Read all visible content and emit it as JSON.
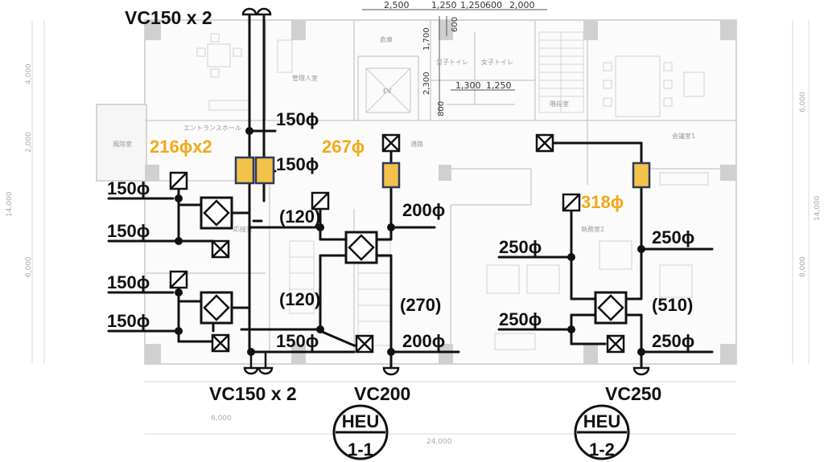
{
  "colors": {
    "duct": "#111111",
    "highlight": "#f2b21e",
    "plan_line": "#c8c8c8",
    "plan_fill": "#f2f2f2",
    "accent_text": "#f2a818"
  },
  "vertical_caps": {
    "top_left": "VC150 x 2",
    "bottom_left": "VC150 x 2",
    "vc200": "VC200",
    "vc250": "VC250"
  },
  "heu_units": [
    {
      "top": "HEU",
      "bottom": "1-1"
    },
    {
      "top": "HEU",
      "bottom": "1-2"
    }
  ],
  "shaft_sizes": {
    "left": "216ϕx2",
    "middle": "267ϕ",
    "right": "318ϕ"
  },
  "duct_labels": {
    "top_150a": "150ϕ",
    "top_150b": "150ϕ",
    "left_150a": "150ϕ",
    "left_150b": "150ϕ",
    "left_150c": "150ϕ",
    "left_150d": "150ϕ",
    "mid_120a": "(120)",
    "mid_120b": "(120)",
    "mid_150": "150ϕ",
    "c_200a": "200ϕ",
    "c_270": "(270)",
    "c_200b": "200ϕ",
    "r_250a": "250ϕ",
    "r_250b": "250ϕ",
    "r_250c": "250ϕ",
    "r_250d": "250ϕ",
    "r_510": "(510)"
  },
  "plan_dimensions": {
    "top": [
      "2,500",
      "1,250",
      "1,250",
      "600",
      "2,000"
    ],
    "vertical_mid": [
      "1,700",
      "600",
      "2,300",
      "800"
    ],
    "small": [
      "1,300",
      "1,250"
    ],
    "left": [
      "4,000",
      "2,000",
      "6,000",
      "14,000"
    ],
    "right": [
      "6,000",
      "8,000",
      "14,000"
    ],
    "bottom": [
      "6,000",
      "24,000"
    ]
  },
  "room_labels": [
    "倉庫",
    "男子トイレ",
    "女子トイレ",
    "管理人室",
    "EV",
    "エントランスホール",
    "風除室",
    "通路",
    "応接室",
    "会議室1",
    "執務室2",
    "階段室"
  ]
}
